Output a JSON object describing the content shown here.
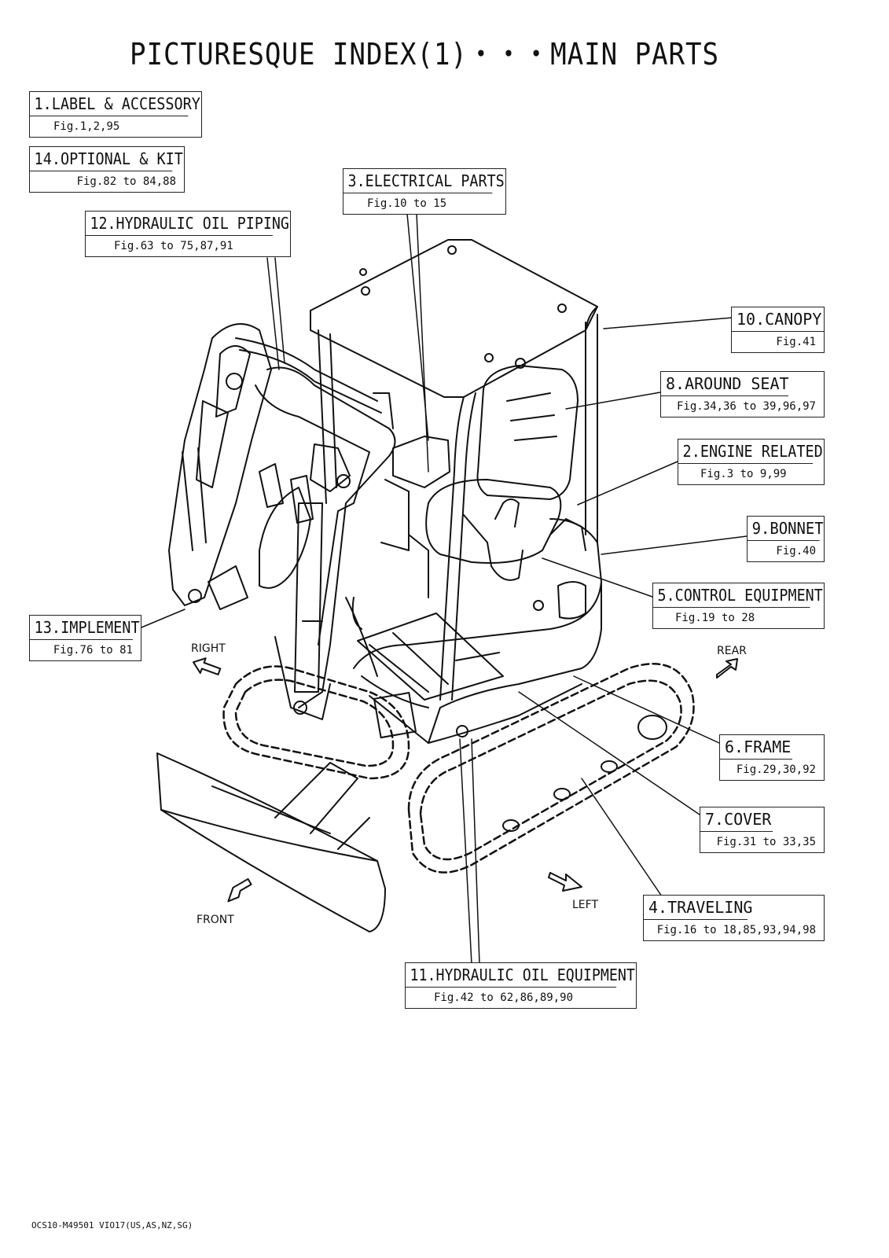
{
  "title": "PICTURESQUE INDEX(1)・・・MAIN PARTS",
  "footer": "OCS10-M49501 VIO17(US,AS,NZ,SG)",
  "directions": {
    "right": "RIGHT",
    "rear": "REAR",
    "front": "FRONT",
    "left": "LEFT"
  },
  "callouts": [
    {
      "id": "label",
      "label": "1.LABEL & ACCESSORY",
      "figs": "Fig.1,2,95"
    },
    {
      "id": "optional",
      "label": "14.OPTIONAL & KIT",
      "figs": "Fig.82 to 84,88"
    },
    {
      "id": "electrical",
      "label": "3.ELECTRICAL PARTS",
      "figs": "Fig.10 to 15"
    },
    {
      "id": "hydraulic-piping",
      "label": "12.HYDRAULIC OIL PIPING",
      "figs": "Fig.63 to 75,87,91"
    },
    {
      "id": "canopy",
      "label": "10.CANOPY",
      "figs": "Fig.41"
    },
    {
      "id": "around-seat",
      "label": "8.AROUND SEAT",
      "figs": "Fig.34,36 to 39,96,97"
    },
    {
      "id": "engine",
      "label": "2.ENGINE RELATED",
      "figs": "Fig.3 to 9,99"
    },
    {
      "id": "bonnet",
      "label": "9.BONNET",
      "figs": "Fig.40"
    },
    {
      "id": "control",
      "label": "5.CONTROL EQUIPMENT",
      "figs": "Fig.19 to 28"
    },
    {
      "id": "implement",
      "label": "13.IMPLEMENT",
      "figs": "Fig.76 to 81"
    },
    {
      "id": "frame",
      "label": "6.FRAME",
      "figs": "Fig.29,30,92"
    },
    {
      "id": "cover",
      "label": "7.COVER",
      "figs": "Fig.31 to 33,35"
    },
    {
      "id": "traveling",
      "label": "4.TRAVELING",
      "figs": "Fig.16 to 18,85,93,94,98"
    },
    {
      "id": "hydraulic-equipment",
      "label": "11.HYDRAULIC OIL EQUIPMENT",
      "figs": "Fig.42 to 62,86,89,90"
    }
  ]
}
